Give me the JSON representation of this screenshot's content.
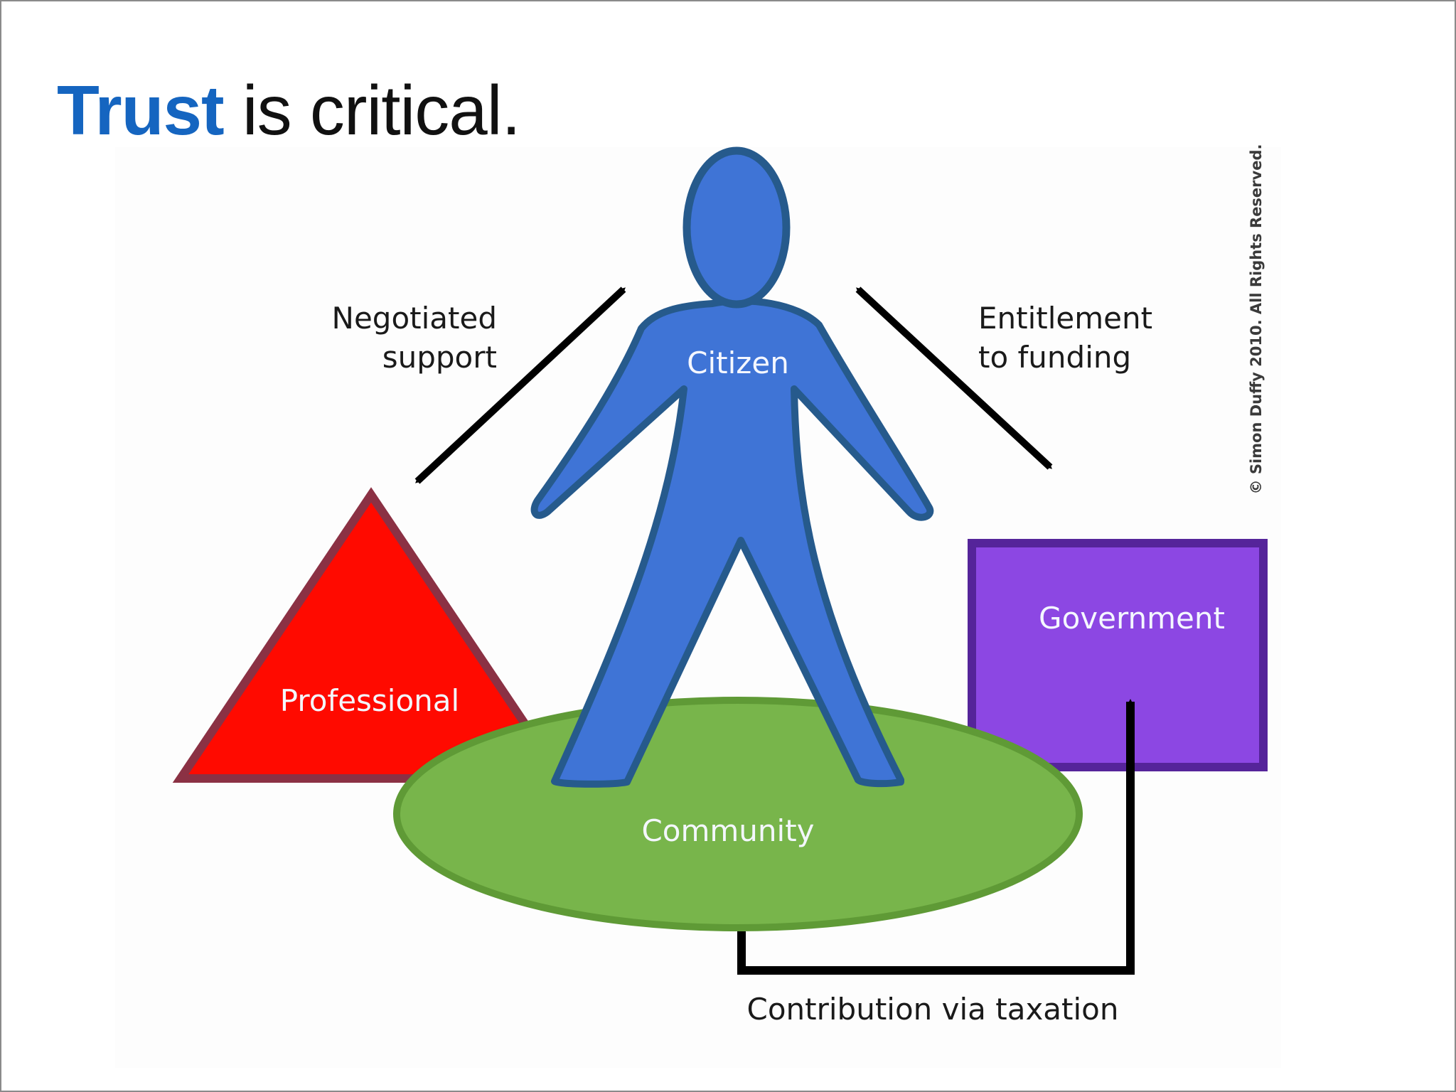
{
  "slide": {
    "title_emphasis": "Trust",
    "title_rest": " is critical."
  },
  "diagram": {
    "nodes": {
      "citizen": "Citizen",
      "professional": "Professional",
      "government": "Government",
      "community": "Community"
    },
    "edges": {
      "negotiated_line1": "Negotiated",
      "negotiated_line2": "support",
      "entitlement_line1": "Entitlement",
      "entitlement_line2": "to funding",
      "contribution": "Contribution via taxation"
    },
    "copyright": "© Simon Duffy 2010. All Rights Reserved."
  },
  "colors": {
    "title_accent": "#1565c0",
    "citizen_fill": "#3f74d6",
    "professional_fill": "#ff0a00",
    "government_fill": "#8c47e3",
    "community_fill": "#78b54b"
  },
  "icons": [
    "person-figure",
    "triangle",
    "square",
    "ellipse",
    "double-arrow",
    "elbow-arrow"
  ]
}
